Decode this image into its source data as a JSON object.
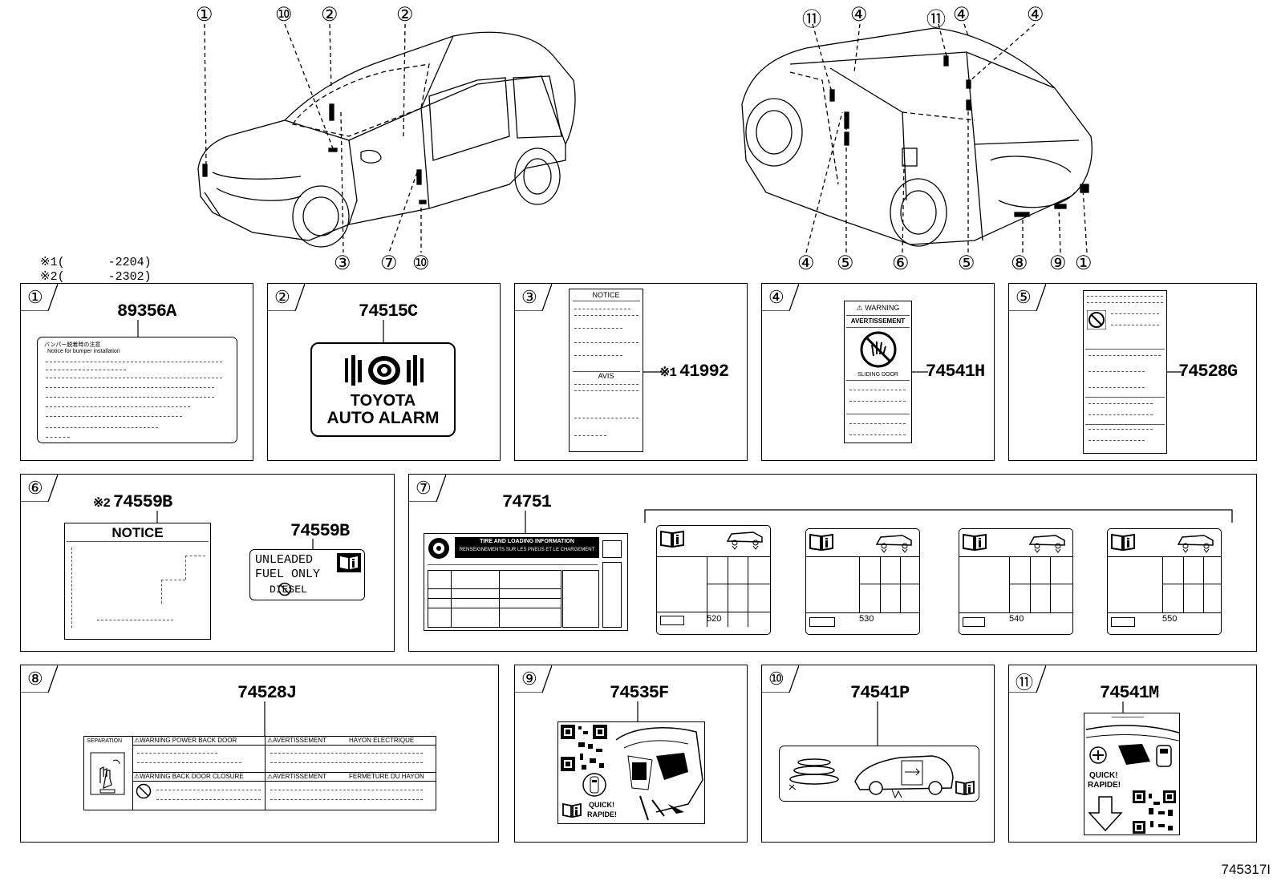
{
  "notes": [
    {
      "mark": "※1",
      "range": "(      -2204)"
    },
    {
      "mark": "※2",
      "range": "(      -2302)"
    }
  ],
  "callouts": [
    "①",
    "②",
    "③",
    "④",
    "⑤",
    "⑥",
    "⑦",
    "⑧",
    "⑨",
    "⑩",
    "⑪"
  ],
  "panels": {
    "p1": {
      "num": "①",
      "part": "89356A",
      "line1": "バンパー脱着時の注意",
      "line2": "Notice for bumper installation"
    },
    "p2": {
      "num": "②",
      "part": "74515C",
      "text1": "TOYOTA",
      "text2": "AUTO ALARM"
    },
    "p3": {
      "num": "③",
      "part": "41992",
      "mark": "※1",
      "head1": "NOTICE",
      "head2": "AVIS"
    },
    "p4": {
      "num": "④",
      "part": "74541H",
      "warn": "⚠ WARNING",
      "avert": "AVERTISSEMENT",
      "sliding": "SLIDING DOOR"
    },
    "p5": {
      "num": "⑤",
      "part": "74528G"
    },
    "p6": {
      "num": "⑥",
      "part1": "74559B",
      "mark": "※2",
      "part2": "74559B",
      "notice": "NOTICE",
      "fuel1": "UNLEADED",
      "fuel2": "FUEL ONLY",
      "fuel3": "DIESEL"
    },
    "p7": {
      "num": "⑦",
      "part": "74751",
      "tire1": "TIRE AND LOADING INFORMATION",
      "tire2": "RENSEIGNEMENTS SUR LES PNEUS ET LE CHARGEMENT",
      "variants": [
        "520",
        "530",
        "540",
        "550"
      ]
    },
    "p8": {
      "num": "⑧",
      "part": "74528J",
      "c1": "SEPARATION",
      "w1": "⚠WARNING  POWER BACK DOOR",
      "a1": "⚠AVERTISSEMENT",
      "h1": "HAYON ELECTRIQUE",
      "w2": "⚠WARNING  BACK DOOR CLOSURE",
      "a2": "⚠AVERTISSEMENT",
      "h2": "FERMETURE DU HAYON"
    },
    "p9": {
      "num": "⑨",
      "part": "74535F",
      "quick1": "QUICK!",
      "quick2": "RAPIDE!"
    },
    "p10": {
      "num": "⑩",
      "part": "74541P"
    },
    "p11": {
      "num": "⑪",
      "part": "74541M",
      "quick1": "QUICK!",
      "quick2": "RAPIDE!"
    }
  },
  "top_callouts": {
    "left_top": [
      "①",
      "⑩",
      "②",
      "②"
    ],
    "left_bottom": [
      "③",
      "⑦",
      "⑩"
    ],
    "right_top": [
      "⑪",
      "④",
      "⑪",
      "④",
      "④"
    ],
    "right_bottom": [
      "④",
      "⑤",
      "⑥",
      "⑤",
      "⑧",
      "⑨",
      "①"
    ]
  },
  "reference": "745317I"
}
